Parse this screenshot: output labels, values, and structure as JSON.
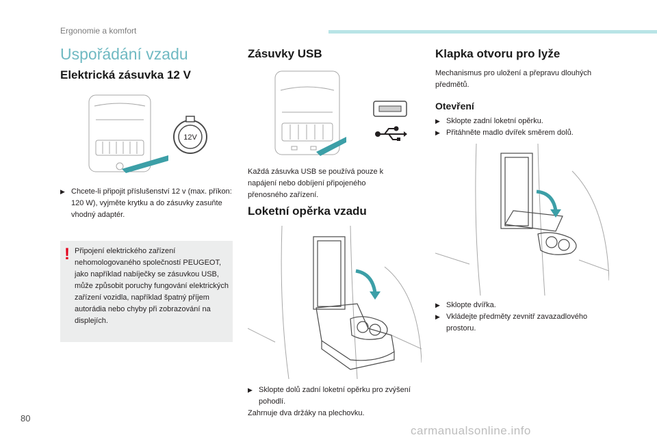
{
  "header": {
    "section": "Ergonomie a komfort",
    "accent_color": "#b9e4e6"
  },
  "page_title": "Uspořádání vzadu",
  "col1": {
    "heading": "Elektrická zásuvka 12 V",
    "socket_label": "12V",
    "bullet": "Chcete-li připojit příslušenství 12 v (max. příkon: 120 W), vyjměte krytku a do zásuvky zasuňte vhodný adaptér.",
    "warning": "Připojení elektrického zařízení nehomologovaného společností PEUGEOT, jako například nabíječky se zásuvkou USB, může způsobit poruchy fungování elektrických zařízení vozidla, například špatný příjem autorádia nebo chyby při zobrazování na displejích."
  },
  "col2": {
    "usb_heading": "Zásuvky USB",
    "usb_text": "Každá zásuvka USB se používá pouze k napájení nebo dobíjení připojeného přenosného zařízení.",
    "armrest_heading": "Loketní opěrka vzadu",
    "armrest_bullet": "Sklopte dolů zadní loketní opěrku pro zvýšení pohodlí.",
    "armrest_text": "Zahrnuje dva držáky na plechovku."
  },
  "col3": {
    "heading": "Klapka otvoru pro lyže",
    "intro": "Mechanismus pro uložení a přepravu dlouhých předmětů.",
    "open_heading": "Otevření",
    "bullets_top": [
      "Sklopte zadní loketní opěrku.",
      "Přitáhněte madlo dvířek směrem dolů."
    ],
    "bullets_bottom": [
      "Sklopte dvířka.",
      "Vkládejte předměty zevnitř zavazadlového prostoru."
    ]
  },
  "page_number": "80",
  "watermark": "carmanualsonline.info"
}
